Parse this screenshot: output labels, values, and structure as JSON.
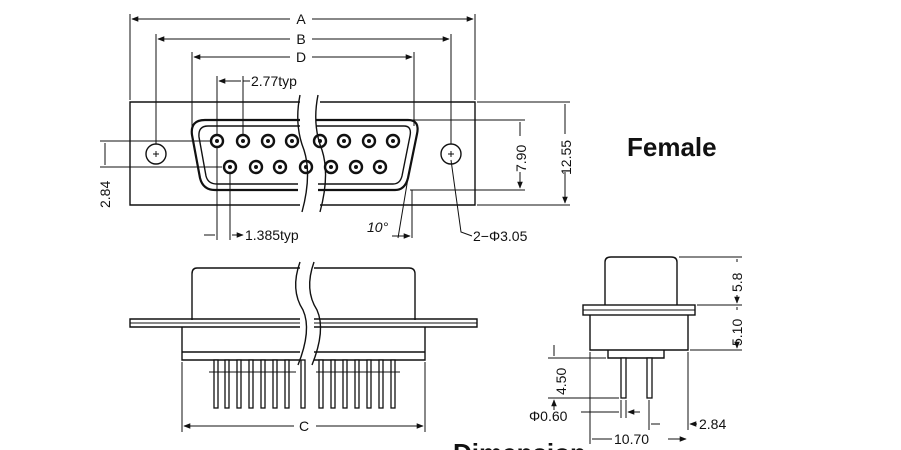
{
  "drawing": {
    "label_female": "Female",
    "label_dimension": "Dimension",
    "top_view": {
      "dim_a": "A",
      "dim_b": "B",
      "dim_d": "D",
      "pin_pitch": "2.77typ",
      "half_pitch": "1.385typ",
      "row_spacing": "2.84",
      "inner_height": "7.90",
      "outer_height": "12.55",
      "angle": "10°",
      "mount_holes": "2−Φ3.05"
    },
    "front_view": {
      "dim_c": "C"
    },
    "side_view": {
      "top_height": "5.8",
      "flange_height": "5.10",
      "pin_length": "4.50",
      "pin_diameter": "Φ0.60",
      "pin_offset": "2.84",
      "depth": "10.70"
    }
  }
}
